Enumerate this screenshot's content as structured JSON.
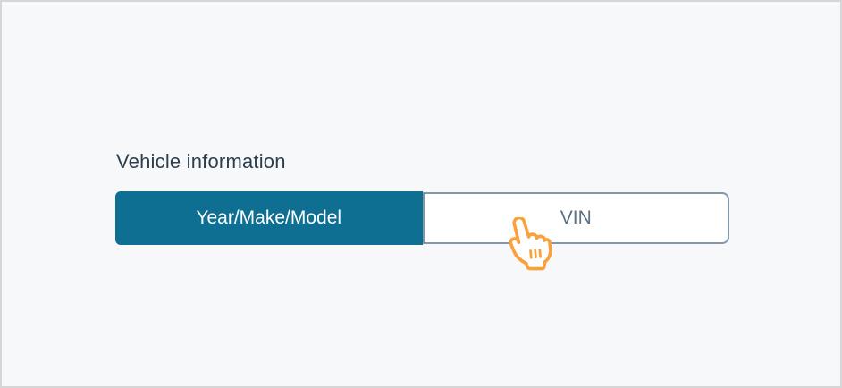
{
  "window": {
    "background": "#f7f8fa",
    "frame_border": "#d6d6d6"
  },
  "vehicle_section": {
    "heading": "Vehicle information",
    "toggle": {
      "options": [
        {
          "label": "Year/Make/Model",
          "selected": true
        },
        {
          "label": "VIN",
          "selected": false
        }
      ]
    }
  },
  "cursor": {
    "type": "hand-pointer",
    "color": "#f9a13b"
  },
  "colors": {
    "accent_teal": "#0e6f93",
    "selected_text": "#ffffff",
    "unselected_text": "#5b7186",
    "unselected_border": "#8496a9",
    "heading_text": "#2d3e4c"
  }
}
